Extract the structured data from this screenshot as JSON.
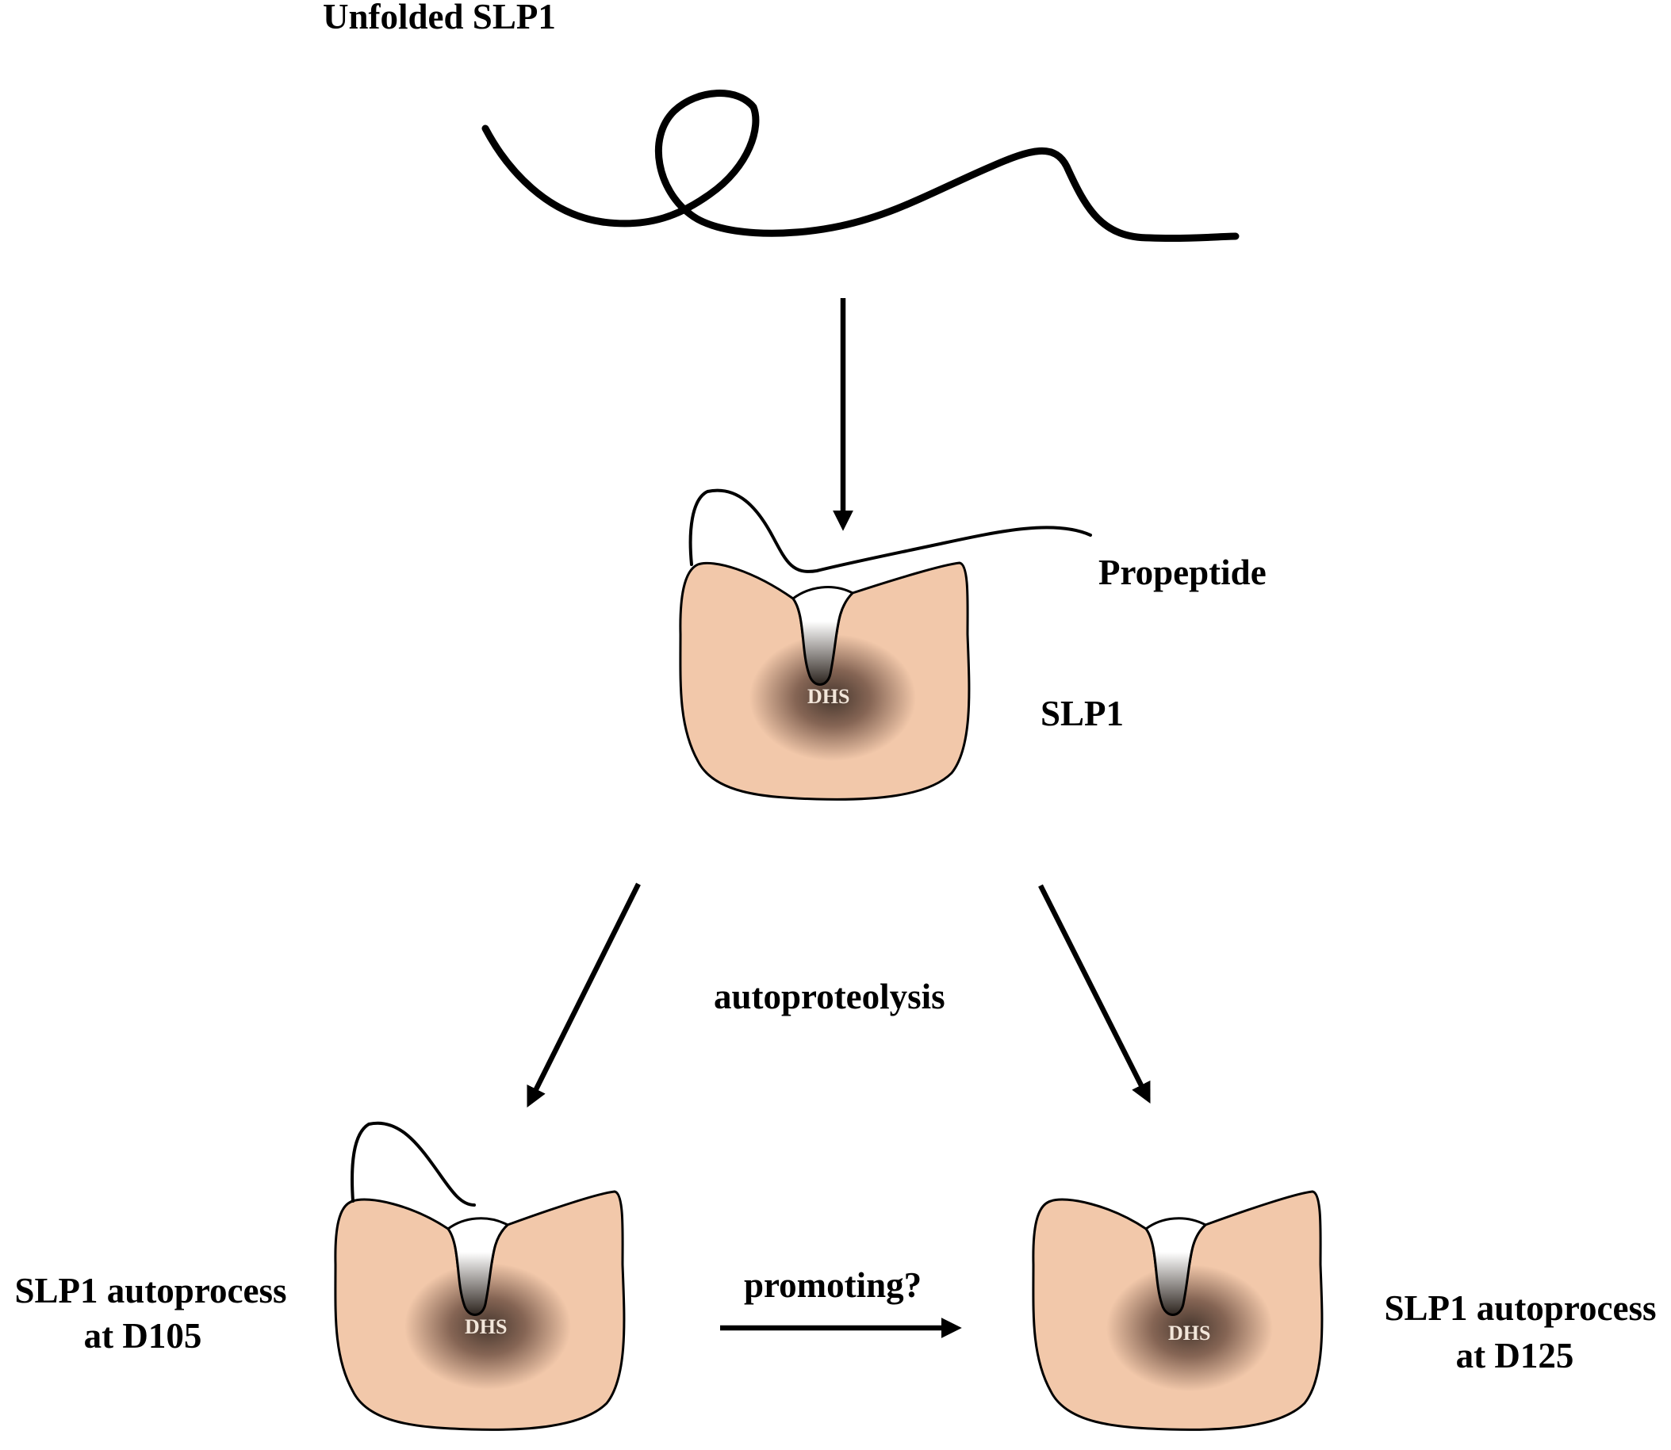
{
  "labels": {
    "unfolded": "Unfolded SLP1",
    "propeptide": "Propeptide",
    "slp1": "SLP1",
    "autoproteolysis": "autoproteolysis",
    "promoting": "promoting?",
    "left_line1": "SLP1 autoprocess",
    "left_line2": "at D105",
    "right_line1": "SLP1 autoprocess",
    "right_line2": "at D125",
    "dhs": "DHS"
  },
  "colors": {
    "protein_fill": "#f2c8aa",
    "site_dark": "#3e3028",
    "stroke": "#000000"
  }
}
